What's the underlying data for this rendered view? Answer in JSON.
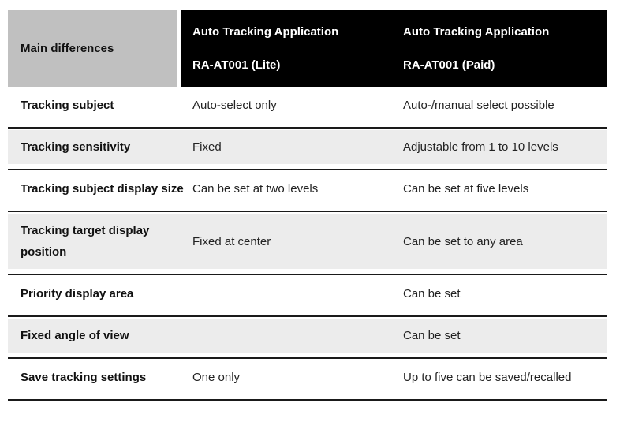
{
  "colors": {
    "header_gray_bg": "#c0c0c0",
    "header_black_bg": "#000000",
    "shaded_row_bg": "#ececec",
    "separator_line": "#1a1a1a",
    "header_text_on_black": "#ffffff",
    "label_text": "#111111",
    "value_text": "#222222"
  },
  "table": {
    "header": {
      "feature_col": "Main differences",
      "lite": {
        "line1": "Auto Tracking Application",
        "line2": "RA-AT001 (Lite)"
      },
      "paid": {
        "line1": "Auto Tracking Application",
        "line2": "RA-AT001 (Paid)"
      }
    },
    "rows": [
      {
        "feature": "Tracking subject",
        "lite": "Auto-select only",
        "paid": "Auto-/manual select possible"
      },
      {
        "feature": "Tracking sensitivity",
        "lite": "Fixed",
        "paid": "Adjustable from 1 to 10 levels"
      },
      {
        "feature": "Tracking subject display size",
        "lite": "Can be set at two levels",
        "paid": "Can be set at five levels"
      },
      {
        "feature": "Tracking target display position",
        "lite": "Fixed at center",
        "paid": "Can be set to any area"
      },
      {
        "feature": "Priority display area",
        "lite": "",
        "paid": "Can be set"
      },
      {
        "feature": "Fixed angle of view",
        "lite": "",
        "paid": "Can be set"
      },
      {
        "feature": "Save tracking settings",
        "lite": "One only",
        "paid": "Up to five can be saved/recalled"
      }
    ]
  }
}
